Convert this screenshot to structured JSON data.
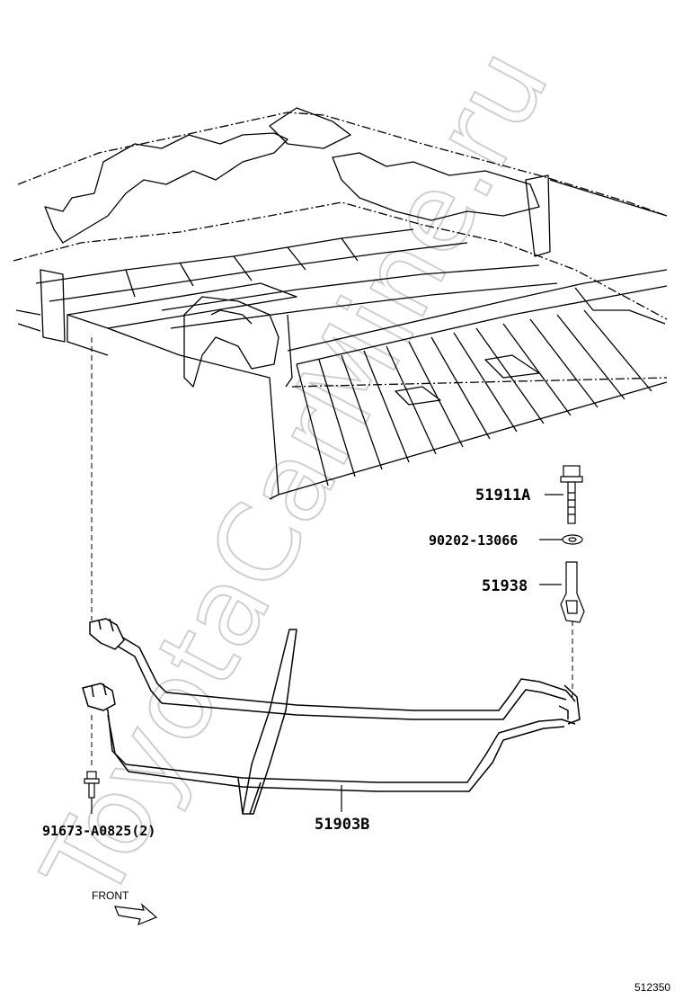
{
  "watermark": "ToyotaCarMine.ru",
  "parts": {
    "bolt": "51911A",
    "washer": "90202-13066",
    "bracket": "51938",
    "support_bar": "51903B",
    "clip_bolt": "91673-A0825(2)"
  },
  "direction_label": "FRONT",
  "diagram_id": "512350"
}
